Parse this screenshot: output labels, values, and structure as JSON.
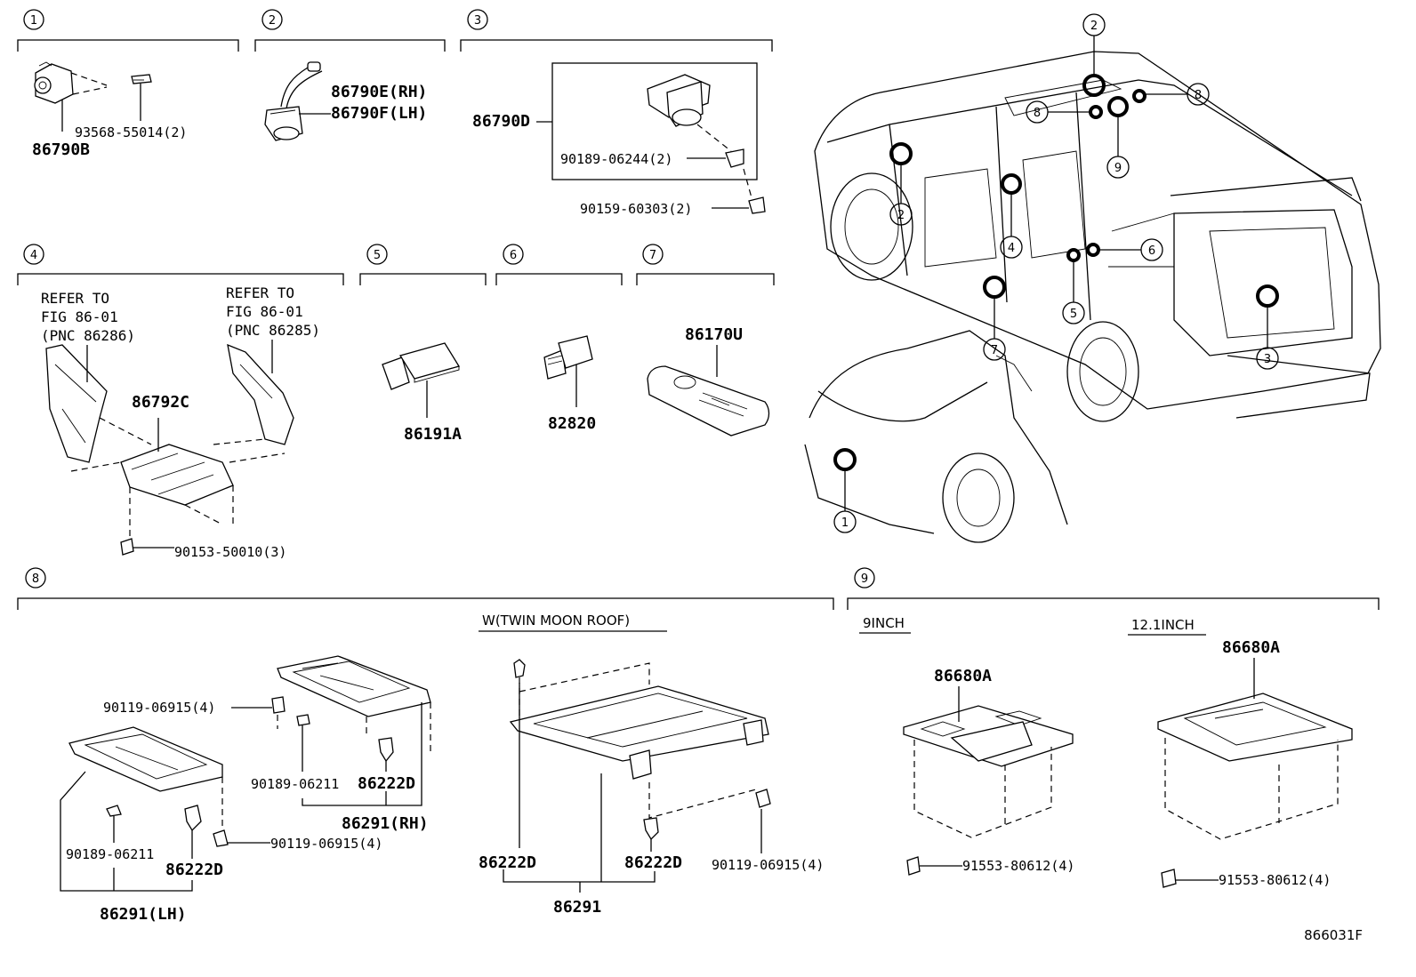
{
  "sections": [
    {
      "num": "1"
    },
    {
      "num": "2"
    },
    {
      "num": "3"
    },
    {
      "num": "4"
    },
    {
      "num": "5"
    },
    {
      "num": "6"
    },
    {
      "num": "7"
    },
    {
      "num": "8"
    },
    {
      "num": "9"
    }
  ],
  "parts": {
    "s1_main": "86790B",
    "s1_screw": "93568-55014(2)",
    "s2_rh": "86790E(RH)",
    "s2_lh": "86790F(LH)",
    "s3_main": "86790D",
    "s3_screw_a": "90189-06244(2)",
    "s3_screw_b": "90159-60303(2)",
    "s4_refer_left": [
      "REFER TO",
      "FIG 86-01",
      "(PNC 86286)"
    ],
    "s4_refer_right": [
      "REFER TO",
      "FIG 86-01",
      "(PNC 86285)"
    ],
    "s4_main": "86792C",
    "s4_bolt": "90153-50010(3)",
    "s5_main": "86191A",
    "s6_main": "82820",
    "s7_main": "86170U",
    "s8_twin_label": "W(TWIN MOON ROOF)",
    "s8_bolt_rh": "90119-06915(4)",
    "s8_nut_rh": "90189-06211",
    "s8_clip_rh": "86222D",
    "s8_bracket_rh": "86291(RH)",
    "s8_nut_lh": "90189-06211",
    "s8_clip_lh": "86222D",
    "s8_bolt_lh": "90119-06915(4)",
    "s8_bracket_lh": "86291(LH)",
    "s8_twin_clip_a": "86222D",
    "s8_twin_clip_b": "86222D",
    "s8_twin_bolt": "90119-06915(4)",
    "s8_twin_bracket": "86291",
    "s9_9inch_label": "9INCH",
    "s9_12inch_label": "12.1INCH",
    "s9_9inch_main": "86680A",
    "s9_9inch_bolt": "91553-80612(4)",
    "s9_12inch_main": "86680A",
    "s9_12inch_bolt": "91553-80612(4)"
  },
  "vehicle_callouts": [
    "2",
    "8",
    "8",
    "9",
    "2",
    "4",
    "6",
    "5",
    "7",
    "3",
    "1"
  ],
  "figure_code": "866031F"
}
